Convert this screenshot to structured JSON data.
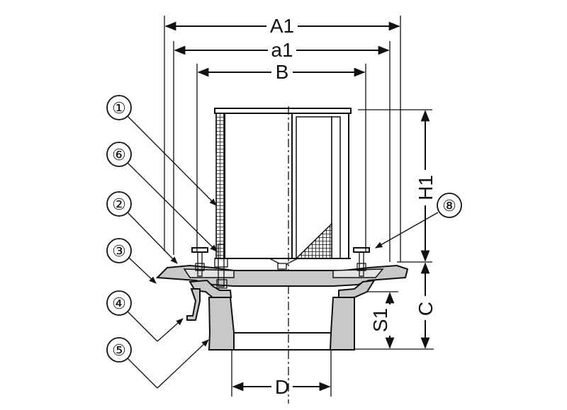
{
  "diagram": {
    "dimensions": {
      "A1": "A1",
      "a1": "a1",
      "B": "B",
      "H1": "H1",
      "C": "C",
      "S1": "S1",
      "D": "D"
    },
    "callouts": [
      "①",
      "⑥",
      "②",
      "③",
      "④",
      "⑤",
      "⑧"
    ],
    "colors": {
      "line": "#111111",
      "body": "#c8c8c8",
      "mesh": "#111111",
      "background": "#ffffff"
    }
  }
}
